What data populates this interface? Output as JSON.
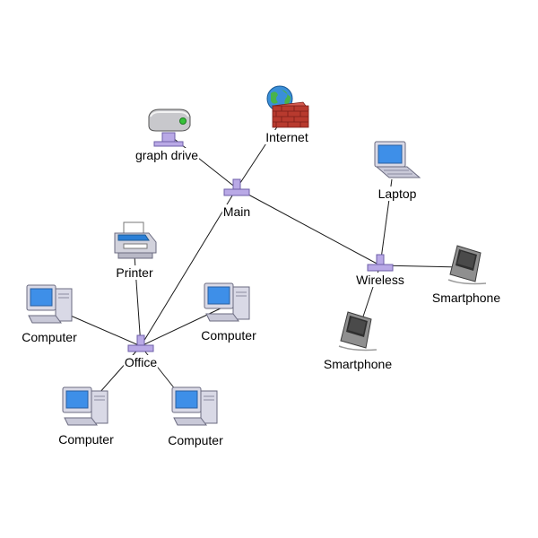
{
  "nodes": {
    "graph_drive": "graph drive",
    "internet": "Internet",
    "main": "Main",
    "laptop": "Laptop",
    "printer": "Printer",
    "wireless": "Wireless",
    "smartphone_right": "Smartphone",
    "smartphone_bottom": "Smartphone",
    "office": "Office",
    "computer_left": "Computer",
    "computer_right": "Computer",
    "computer_bottom_left": "Computer",
    "computer_bottom_right": "Computer"
  },
  "icons": {
    "drive": "hard-drive-icon",
    "firewall": "firewall-globe-icon",
    "hub": "network-hub-icon",
    "laptop": "laptop-icon",
    "printer": "printer-icon",
    "computer": "desktop-computer-icon",
    "pda": "pda-smartphone-icon"
  },
  "colors": {
    "hub": "#b9a9e6",
    "screen": "#3e8fe8",
    "computer_case": "#d9d9e6",
    "brick": "#b83a2e",
    "globe": "#3a8fd8"
  }
}
